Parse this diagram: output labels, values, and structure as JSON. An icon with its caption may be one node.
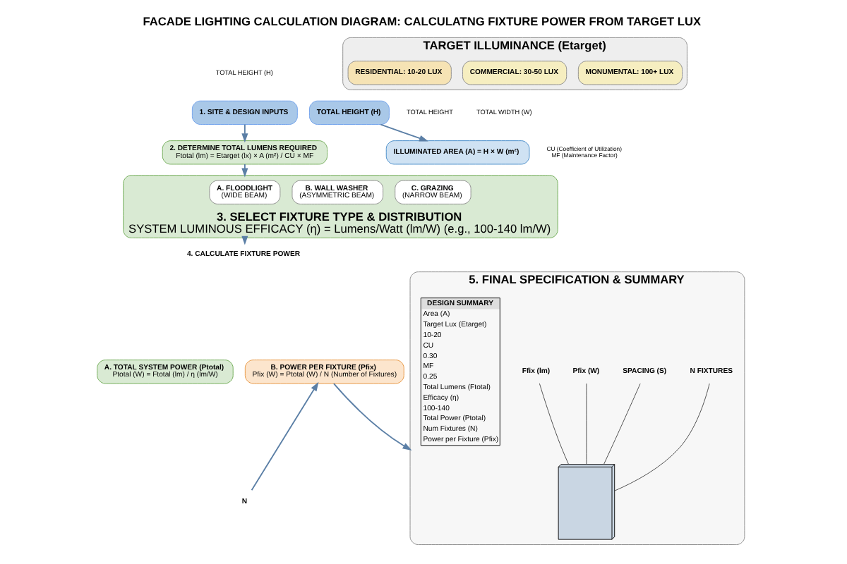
{
  "diagram": {
    "title": "FACADE LIGHTING CALCULATION DIAGRAM: CALCULATNG FIXTURE POWER FROM TARGET LUX",
    "nodes": [
      {
        "text": [
          "1. SITE & DESIGN INPUTS"
        ]
      },
      {
        "text": [
          "TOTAL HEIGHT (H)"
        ]
      },
      {
        "text": [
          "ILLUMINATED AREA (A) = H × W (m²)"
        ]
      },
      {
        "text": [
          "TARGET ILLUMINANCE (Etarget)"
        ]
      },
      {
        "text": [
          "RESIDENTIAL: 10-20 LUX"
        ],
        "in": 3
      },
      {
        "text": [
          "COMMERCIAL: 30-50 LUX"
        ],
        "in": 3
      },
      {
        "text": [
          "MONUMENTAL: 100+ LUX"
        ],
        "in": 3
      },
      {
        "text": [
          "2. DETERMINE TOTAL LUMENS REQUIRED",
          "Ftotal (lm) = Etarget (lx) × A (m²) / CU × MF"
        ],
        "beside": [
          "CU (Coefficient of Utilization)",
          "MF (Maintenance Factor)"
        ]
      },
      {
        "text": [
          "3. SELECT FIXTURE TYPE & DISTRIBUTION",
          "SYSTEM LUMINOUS EFFICACY (η) = Lumens/Watt (lm/W) (e.g., 100-140 lm/W)"
        ]
      },
      {
        "text": [
          "A. FLOODLIGHT",
          "(WIDE BEAM)"
        ],
        "in": 8
      },
      {
        "text": [
          "B. WALL WASHER",
          "(ASYMMETRIC BEAM)"
        ],
        "in": 8
      },
      {
        "text": [
          "C. GRAZING",
          "(NARROW BEAM)"
        ],
        "in": 8
      },
      {
        "text": [
          "4. CALCULATE FIXTURE POWER"
        ]
      },
      {
        "text": [
          "A. TOTAL SYSTEM POWER (Ptotal)",
          "Ptotal (W) = Ftotal (lm) / η (lm/W)"
        ]
      },
      {
        "text": [
          "B. POWER PER FIXTURE (Pfix)",
          "Pfix (W) = Ptotal (W) / N (Number of Fixtures)"
        ]
      },
      {
        "text": [
          "N"
        ]
      },
      {
        "text": [
          "5. FINAL SPECIFICATION & SUMMARY"
        ]
      },
      {
        "text": [],
        "shape": "picture",
        "in": 16
      },
      {
        "text": [
          "N FIXTURES"
        ],
        "in": 16
      },
      {
        "text": [
          "SPACING (S)"
        ],
        "in": 16
      },
      {
        "text": [
          "Pfix (W)"
        ],
        "in": 16
      },
      {
        "text": [
          "Ffix (lm)"
        ],
        "in": 16
      },
      {
        "text": [
          "DESIGN SUMMARY",
          "Area (A)",
          "Target Lux (Etarget)",
          "10-20",
          "CU",
          "0.30",
          "MF",
          "0.25",
          "Total Lumens (Ftotal)",
          "Efficacy (η)",
          "100-140",
          "Total Power (Ptotal)",
          "Num Fixtures (N)",
          "Power per Fixture (Pfix)"
        ],
        "in": 16
      }
    ],
    "edges": [
      {
        "from": 1,
        "to": 2,
        "arrow": "to"
      },
      {
        "from": 0,
        "to": 7,
        "arrow": "to"
      },
      {
        "from": 7,
        "to": 8,
        "arrow": "to"
      },
      {
        "from": 8,
        "to": 12,
        "arrow": "to"
      },
      {
        "from": 15,
        "to": 14,
        "arrow": "to"
      },
      {
        "from": 14,
        "to": 16,
        "arrow": "to"
      },
      {
        "from": 18,
        "to": 17,
        "arrow": "none",
        "color": "#444444"
      },
      {
        "from": 19,
        "to": 17,
        "arrow": "none",
        "color": "#444444"
      },
      {
        "from": 20,
        "to": 17,
        "arrow": "none",
        "color": "#444444"
      },
      {
        "from": 21,
        "to": 17,
        "arrow": "none",
        "color": "#444444"
      }
    ],
    "labels": [
      "TOTAL HEIGHT (H)",
      "TOTAL HEIGHT",
      "TOTAL WIDTH (W)"
    ]
  }
}
